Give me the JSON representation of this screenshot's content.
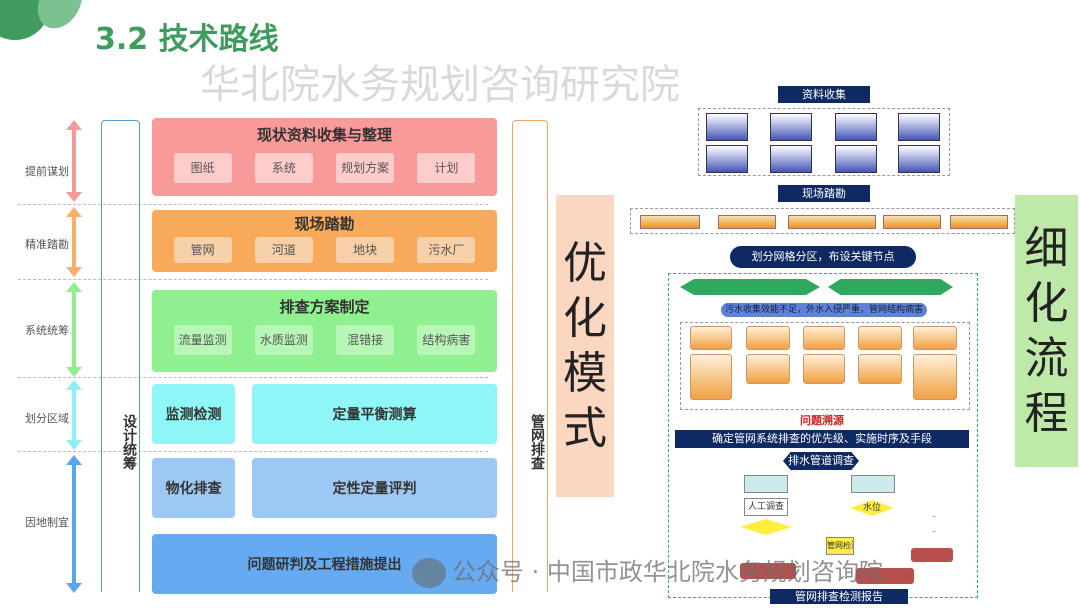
{
  "title": "3.2 技术路线",
  "stages": [
    "提前谋划",
    "精准踏勘",
    "系统统筹",
    "划分区域",
    "因地制宜"
  ],
  "colors": {
    "red": "#f99a9a",
    "orange": "#f8a95a",
    "green": "#8ef08e",
    "cyan": "#8ef6f6",
    "lightblue": "#9cc8f4",
    "blue": "#66aaf2",
    "title": "#3f9b5e",
    "navy": "#0f2a62"
  },
  "left_vertical": "设计统筹",
  "right_vertical": "管网排查",
  "blocks": {
    "collect": {
      "title": "现状资料收集与整理",
      "items": [
        "图纸",
        "系统",
        "规划方案",
        "计划"
      ]
    },
    "survey": {
      "title": "现场踏勘",
      "items": [
        "管网",
        "河道",
        "地块",
        "污水厂"
      ]
    },
    "plan": {
      "title": "排查方案制定",
      "items": [
        "流量监测",
        "水质监测",
        "混错接",
        "结构病害"
      ]
    },
    "monitor": "监测检测",
    "balance": "定量平衡测算",
    "physchem": "物化排查",
    "evaluate": "定性定量评判",
    "measures": "问题研判及工程措施提出"
  },
  "optimize_label": [
    "优",
    "化",
    "模",
    "式"
  ],
  "refine_label": [
    "细",
    "化",
    "流",
    "程"
  ],
  "flow": {
    "collect": "资料收集",
    "survey": "现场踏勘",
    "grid": "划分网格分区，布设关键节点",
    "problems": "污水收集效能不足，外水入侵严重，管网结构病害",
    "trace": "问题溯源",
    "priority": "确定管网系统排查的优先级、实施时序及手段",
    "pipe_survey": "排水管道调查",
    "manual": "人工调查",
    "water_level": "水位",
    "pipe_check": "管网检测",
    "report": "管网排查检测报告"
  },
  "watermark": "华北院水务规划咨询研究院",
  "footer": "公众号 · 中国市政华北院水务规划咨询院"
}
